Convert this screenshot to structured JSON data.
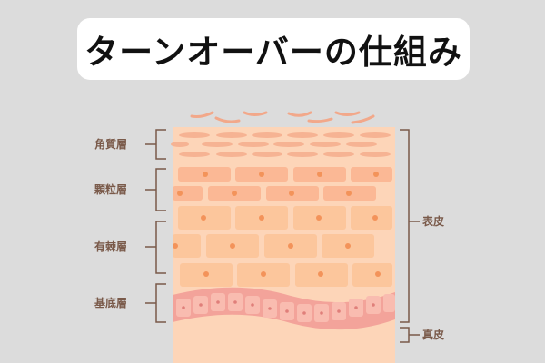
{
  "title": "ターンオーバーの仕組み",
  "colors": {
    "background": "#dcdcdc",
    "skin_base": "#fdd5b8",
    "cell": "#fbb895",
    "nucleus": "#f3935a",
    "basal_band": "#f3a39a",
    "bracket": "#7a5a4a"
  },
  "layers_left": [
    {
      "label": "角質層"
    },
    {
      "label": "顆粒層"
    },
    {
      "label": "有棘層"
    },
    {
      "label": "基底層"
    }
  ],
  "layers_right": [
    {
      "label": "表皮"
    },
    {
      "label": "真皮"
    }
  ]
}
